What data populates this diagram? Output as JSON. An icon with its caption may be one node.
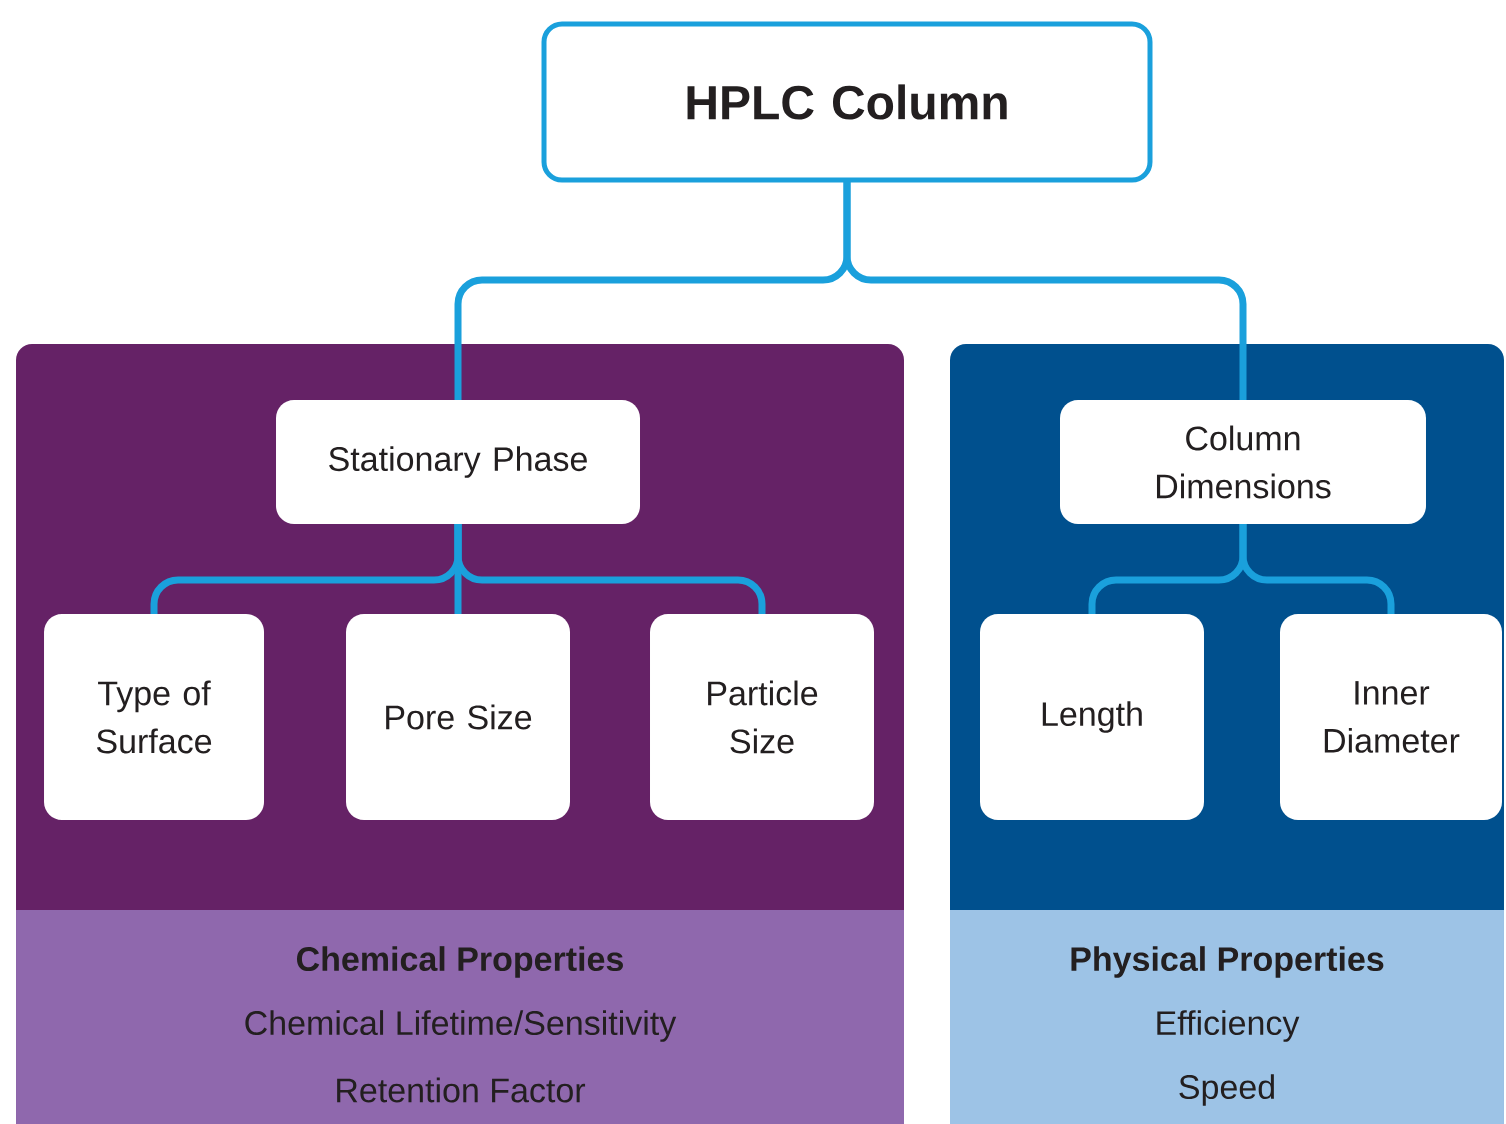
{
  "diagram": {
    "nodes": [
      {
        "text": [
          "HPLC Column"
        ]
      },
      {
        "text": [
          "Chemical Properties",
          "Chemical Lifetime/Sensitivity",
          "Retention Factor"
        ]
      },
      {
        "text": [
          "Stationary Phase"
        ],
        "in": 1
      },
      {
        "text": [
          "Type of Surface"
        ],
        "in": 1
      },
      {
        "text": [
          "Pore Size"
        ],
        "in": 1
      },
      {
        "text": [
          "Particle Size"
        ],
        "in": 1
      },
      {
        "text": [
          "Physical Properties",
          "Efficiency",
          "Speed"
        ]
      },
      {
        "text": [
          "Column Dimensions"
        ],
        "in": 6
      },
      {
        "text": [
          "Length"
        ],
        "in": 6
      },
      {
        "text": [
          "Inner Diameter"
        ],
        "in": 6
      }
    ],
    "edges": [
      {
        "from": 0,
        "to": 2,
        "arrow": "none"
      },
      {
        "from": 0,
        "to": 7,
        "arrow": "none"
      },
      {
        "from": 2,
        "to": 3,
        "arrow": "none"
      },
      {
        "from": 2,
        "to": 4,
        "arrow": "none"
      },
      {
        "from": 2,
        "to": 5,
        "arrow": "none"
      },
      {
        "from": 7,
        "to": 8,
        "arrow": "none"
      },
      {
        "from": 7,
        "to": 9,
        "arrow": "none"
      }
    ]
  }
}
